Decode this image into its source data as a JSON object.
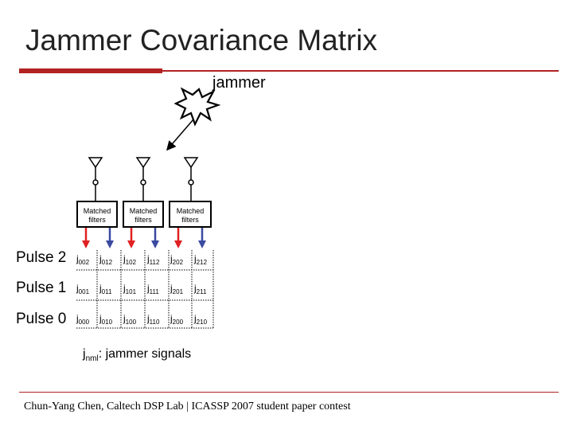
{
  "slide": {
    "title": "Jammer Covariance Matrix",
    "jammer_label": "jammer",
    "matched_filters": [
      "Matched filters",
      "Matched filters",
      "Matched filters"
    ],
    "pulses": [
      {
        "label": "Pulse 2",
        "cells": [
          {
            "j": "j",
            "sub": "002"
          },
          {
            "j": "j",
            "sub": "012"
          },
          {
            "j": "j",
            "sub": "102"
          },
          {
            "j": "j",
            "sub": "112"
          },
          {
            "j": "j",
            "sub": "202"
          },
          {
            "j": "j",
            "sub": "212"
          }
        ]
      },
      {
        "label": "Pulse 1",
        "cells": [
          {
            "j": "j",
            "sub": "001"
          },
          {
            "j": "j",
            "sub": "011"
          },
          {
            "j": "j",
            "sub": "101"
          },
          {
            "j": "j",
            "sub": "111"
          },
          {
            "j": "j",
            "sub": "201"
          },
          {
            "j": "j",
            "sub": "211"
          }
        ]
      },
      {
        "label": "Pulse 0",
        "cells": [
          {
            "j": "j",
            "sub": "000"
          },
          {
            "j": "j",
            "sub": "010"
          },
          {
            "j": "j",
            "sub": "100"
          },
          {
            "j": "j",
            "sub": "110"
          },
          {
            "j": "j",
            "sub": "200"
          },
          {
            "j": "j",
            "sub": "210"
          }
        ]
      }
    ],
    "legend": {
      "symbol": "j",
      "subscript": "nml",
      "text": ": jammer signals"
    },
    "footer": "Chun-Yang Chen, Caltech DSP Lab | ICASSP 2007 student paper contest"
  },
  "colors": {
    "accent": "#b22222",
    "red_arrow": "#e02020",
    "blue_arrow": "#3a4aa0",
    "title_text": "#222222"
  }
}
